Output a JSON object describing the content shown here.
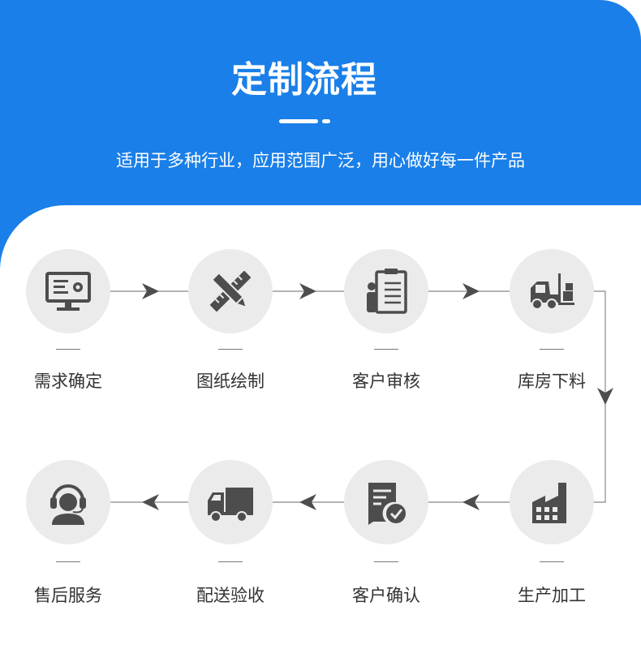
{
  "header": {
    "title": "定制流程",
    "subtitle": "适用于多种行业，应用范围广泛，用心做好每一件产品"
  },
  "steps": [
    {
      "label": "需求确定",
      "icon": "monitor-settings-icon"
    },
    {
      "label": "图纸绘制",
      "icon": "pencil-ruler-icon"
    },
    {
      "label": "客户审核",
      "icon": "clipboard-person-icon"
    },
    {
      "label": "库房下料",
      "icon": "forklift-icon"
    },
    {
      "label": "生产加工",
      "icon": "factory-icon"
    },
    {
      "label": "客户确认",
      "icon": "document-check-icon"
    },
    {
      "label": "配送验收",
      "icon": "delivery-truck-icon"
    },
    {
      "label": "售后服务",
      "icon": "customer-service-icon"
    }
  ],
  "colors": {
    "accent": "#1a7fe8",
    "icon": "#4d4d4d",
    "circle": "#ebebeb",
    "arrow": "#4d4d4d"
  }
}
